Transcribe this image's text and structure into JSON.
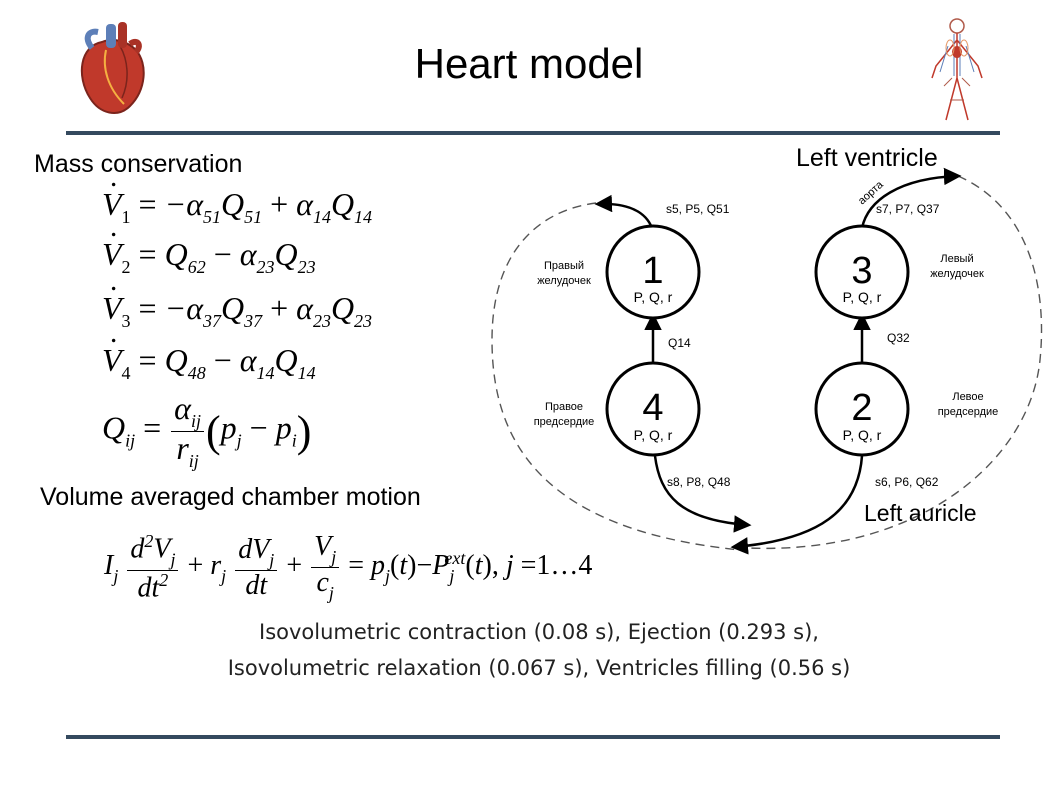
{
  "slide": {
    "title": "Heart model",
    "heart_icon": "heart-anatomy-icon",
    "body_icon": "circulatory-system-icon"
  },
  "sections": {
    "mass_conservation": "Mass conservation",
    "chamber_motion": "Volume averaged chamber motion"
  },
  "equations": {
    "v1": [
      "V",
      "1",
      "=",
      "−α",
      "51",
      "Q",
      "51",
      "+",
      "α",
      "14",
      "Q",
      "14"
    ],
    "v2": [
      "V",
      "2",
      "=",
      "Q",
      "62",
      "−",
      "α",
      "23",
      "Q",
      "23"
    ],
    "v3": [
      "V",
      "3",
      "=",
      "−α",
      "37",
      "Q",
      "37",
      "+",
      "α",
      "23",
      "Q",
      "23"
    ],
    "v4": [
      "V",
      "4",
      "=",
      "Q",
      "48",
      "−",
      "α",
      "14",
      "Q",
      "14"
    ],
    "q_ij": "Q_ij = (α_ij / r_ij)(p_j − p_i)",
    "motion": "I_j d²V_j/dt² + r_j dV_j/dt + V_j/c_j = p_j(t) − P_j^ext(t), j = 1…4"
  },
  "diagram": {
    "labels": {
      "left_ventricle": "Left ventricle",
      "left_auricle": "Left auricle"
    },
    "nodes": [
      {
        "id": "1",
        "params": "P, Q, r",
        "side_label": [
          "Правый",
          "желудочек"
        ]
      },
      {
        "id": "3",
        "params": "P, Q, r",
        "side_label": [
          "Левый",
          "желудочек"
        ]
      },
      {
        "id": "4",
        "params": "P, Q, r",
        "side_label": [
          "Правое",
          "предсердие"
        ]
      },
      {
        "id": "2",
        "params": "P, Q, r",
        "side_label": [
          "Левое",
          "предсердие"
        ]
      }
    ],
    "edges": {
      "out_1": "s5, P5, Q51",
      "out_3": "s7, P7, Q37",
      "aorta": "аорта",
      "q14": "Q14",
      "q32": "Q32",
      "in_4": "s8, P8, Q48",
      "in_2": "s6, P6, Q62"
    }
  },
  "phases": {
    "line1": "Isovolumetric contraction (0.08 s), Ejection (0.293 s),",
    "line2": "Isovolumetric relaxation (0.067 s), Ventricles filling (0.56 s)"
  },
  "colors": {
    "rule": "#34495e",
    "heart_red": "#c0392b",
    "heart_blue": "#5d7fb8"
  }
}
